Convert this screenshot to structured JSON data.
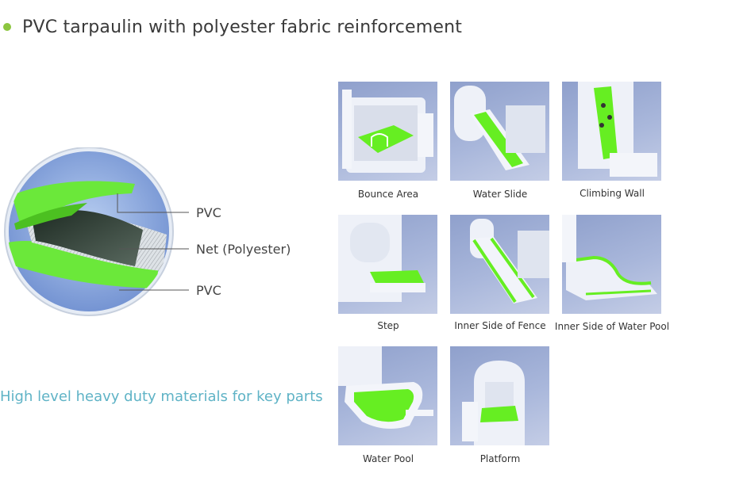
{
  "header": {
    "title": "PVC tarpaulin with polyester fabric reinforcement",
    "bullet_color": "#8cc63f"
  },
  "layers": {
    "top": "PVC",
    "middle": "Net (Polyester)",
    "bottom": "PVC"
  },
  "tagline": "High level heavy duty materials for key parts",
  "parts": [
    {
      "label": "Bounce Area"
    },
    {
      "label": "Water Slide"
    },
    {
      "label": "Climbing Wall"
    },
    {
      "label": "Step"
    },
    {
      "label": "Inner Side of Fence"
    },
    {
      "label": "Inner Side of Water Pool"
    },
    {
      "label": "Water Pool"
    },
    {
      "label": "Platform"
    }
  ],
  "colors": {
    "accent_green": "#66ee22",
    "tagline_blue": "#5fb3c6"
  }
}
